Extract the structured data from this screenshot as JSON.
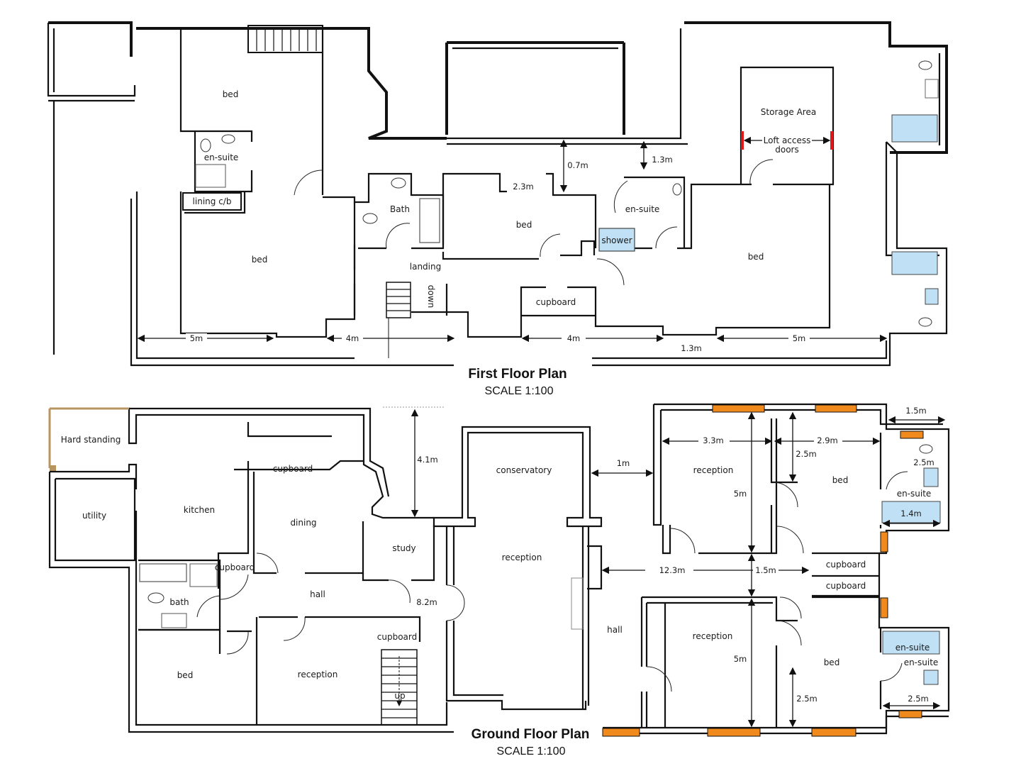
{
  "first_floor": {
    "title": "First Floor Plan",
    "scale": "SCALE 1:100",
    "rooms": {
      "bed_nw": "bed",
      "ensuite_nw": "en-suite",
      "lining": "lining c/b",
      "bed_w": "bed",
      "bath": "Bath",
      "bed_mid": "bed",
      "landing": "landing",
      "stairs_label": "down",
      "cupboard": "cupboard",
      "ensuite_mid": "en-suite",
      "shower": "shower",
      "storage": "Storage Area",
      "loft_line1": "Loft access",
      "loft_line2": "doors",
      "bed_e": "bed"
    },
    "dimensions": {
      "d_2_3": "2.3m",
      "d_0_7": "0.7m",
      "d_1_3_top": "1.3m",
      "d_5_left": "5m",
      "d_4_a": "4m",
      "d_4_b": "4m",
      "d_1_3_bottom": "1.3m",
      "d_5_right": "5m"
    }
  },
  "ground_floor": {
    "title": "Ground Floor Plan",
    "scale": "SCALE 1:100",
    "rooms": {
      "hard_standing": "Hard standing",
      "utility": "utility",
      "kitchen": "kitchen",
      "cupboard_top": "cupboard",
      "dining": "dining",
      "study": "study",
      "cupboard_bath": "cupboard",
      "bath": "bath",
      "hall_w": "hall",
      "bed_sw": "bed",
      "reception_s": "reception",
      "cupboard_stairs": "cupboard",
      "stairs_label": "up",
      "conservatory": "conservatory",
      "reception_c": "reception",
      "hall_e": "hall",
      "reception_ne": "reception",
      "bed_ne": "bed",
      "ensuite_ne": "en-suite",
      "cupboard_e1": "cupboard",
      "cupboard_e2": "cupboard",
      "reception_se": "reception",
      "bed_se": "bed",
      "ensuite_se_shower": "en-suite",
      "ensuite_se": "en-suite"
    },
    "dimensions": {
      "d_4_1": "4.1m",
      "d_8_2": "8.2m",
      "d_1m": "1m",
      "d_12_3": "12.3m",
      "d_1_5_hall": "1.5m",
      "d_3_3": "3.3m",
      "d_2_9": "2.9m",
      "d_2_5_bed": "2.5m",
      "d_5_ne": "5m",
      "d_1_5_top": "1.5m",
      "d_2_5_ensuite": "2.5m",
      "d_1_4": "1.4m",
      "d_5_se": "5m",
      "d_2_5_se": "2.5m",
      "d_2_5_se_ensuite": "2.5m"
    }
  },
  "colors": {
    "wall": "#111111",
    "fixture_blue": "#bfe0f5",
    "window_orange": "#f08a1c",
    "loft_door_red": "#e01818",
    "hardstanding_tan": "#b89560"
  }
}
